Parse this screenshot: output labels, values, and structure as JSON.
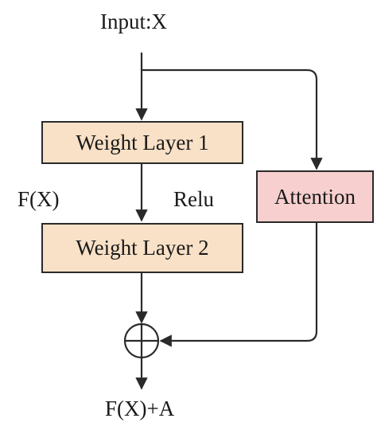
{
  "diagram": {
    "input_label": "Input:X",
    "layer1_label": "Weight Layer 1",
    "layer2_label": "Weight Layer 2",
    "fx_label": "F(X)",
    "relu_label": "Relu",
    "attention_label": "Attention",
    "output_label": "F(X)+A"
  },
  "colors": {
    "weight_layer_fill": "#f9e1c7",
    "attention_fill": "#f7cfcf",
    "stroke": "#2a2a2a"
  }
}
